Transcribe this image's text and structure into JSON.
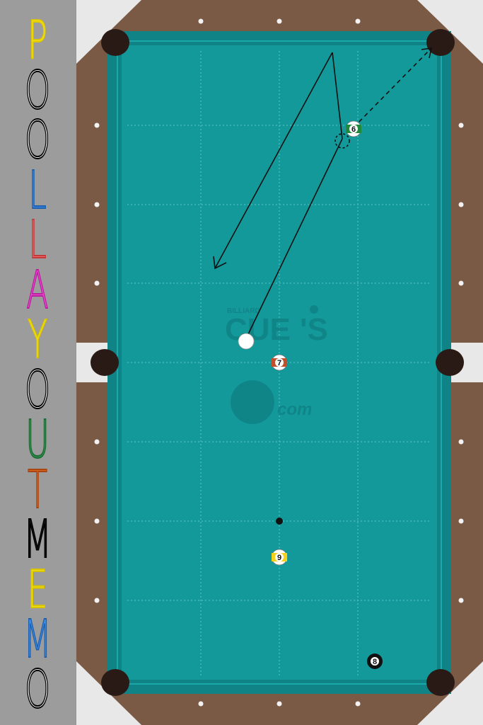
{
  "title": {
    "letters": [
      {
        "char": "P",
        "color": "#f5e31a",
        "outline": "#e0c800"
      },
      {
        "char": "O",
        "color": "#ffffff",
        "outline": "#000000"
      },
      {
        "char": "O",
        "color": "#ffffff",
        "outline": "#000000"
      },
      {
        "char": "L",
        "color": "#3c8fe3",
        "outline": "#1f5fb0"
      },
      {
        "char": "L",
        "color": "#f06a6a",
        "outline": "#c23a3a"
      },
      {
        "char": "A",
        "color": "#f24ed8",
        "outline": "#b81e9e"
      },
      {
        "char": "Y",
        "color": "#f5e31a",
        "outline": "#d8c400"
      },
      {
        "char": "O",
        "color": "#ffffff",
        "outline": "#000000"
      },
      {
        "char": "U",
        "color": "#2f9a4e",
        "outline": "#1d6a33"
      },
      {
        "char": "T",
        "color": "#d9661f",
        "outline": "#a84510"
      },
      {
        "char": "M",
        "color": "#111111",
        "outline": "#000000"
      },
      {
        "char": "E",
        "color": "#f5e31a",
        "outline": "#d8c400"
      },
      {
        "char": "M",
        "color": "#3c8fe3",
        "outline": "#1f5fb0"
      },
      {
        "char": "O",
        "color": "#ffffff",
        "outline": "#000000"
      }
    ]
  },
  "watermark": {
    "small_text": "BILLIARD",
    "main_text": "CUE",
    "apostrophe_text": "'S",
    "sub_text": "com"
  },
  "balls": [
    {
      "id": "cue-ball",
      "label": "",
      "kind": "cue"
    },
    {
      "id": "ball-6",
      "label": "6",
      "kind": "stripe",
      "color": "#1f8a3c"
    },
    {
      "id": "ball-7",
      "label": "7",
      "kind": "stripe",
      "color": "#c1502a"
    },
    {
      "id": "ball-9",
      "label": "9",
      "kind": "stripe",
      "color": "#f2d21a"
    },
    {
      "id": "ball-8",
      "label": "8",
      "kind": "solid",
      "color": "#111111"
    }
  ],
  "colors": {
    "felt": "#14999b",
    "felt_dark": "#0f8385",
    "rail": "#7a5a45",
    "corner": "#e8e8e8",
    "pocket": "#2a1a15"
  }
}
